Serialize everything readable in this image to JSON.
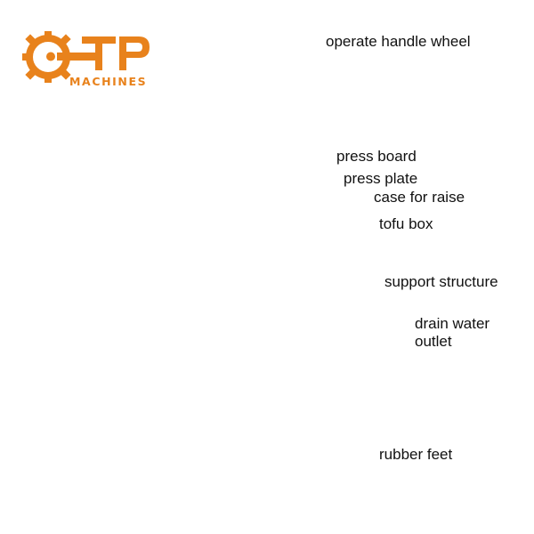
{
  "logo": {
    "lettering": "OTP",
    "brand_text": "MACHINES",
    "color": "#e8821c"
  },
  "labels": [
    {
      "id": "operate-handle-wheel",
      "text": "operate handle wheel"
    },
    {
      "id": "press-board",
      "text": "press board"
    },
    {
      "id": "press-plate",
      "text": "press plate"
    },
    {
      "id": "case-for-raise",
      "text": "case for raise"
    },
    {
      "id": "tofu-box",
      "text": "tofu box"
    },
    {
      "id": "support-structure",
      "text": "support structure"
    },
    {
      "id": "drain-water-outlet",
      "text": "drain water\noutlet"
    },
    {
      "id": "rubber-feet",
      "text": "rubber feet"
    }
  ],
  "colors": {
    "steel_light": "#dcdcdc",
    "steel_mid": "#b5b5b5",
    "steel_dark": "#8a8a8a",
    "leader_line": "#111111",
    "text": "#111111"
  }
}
